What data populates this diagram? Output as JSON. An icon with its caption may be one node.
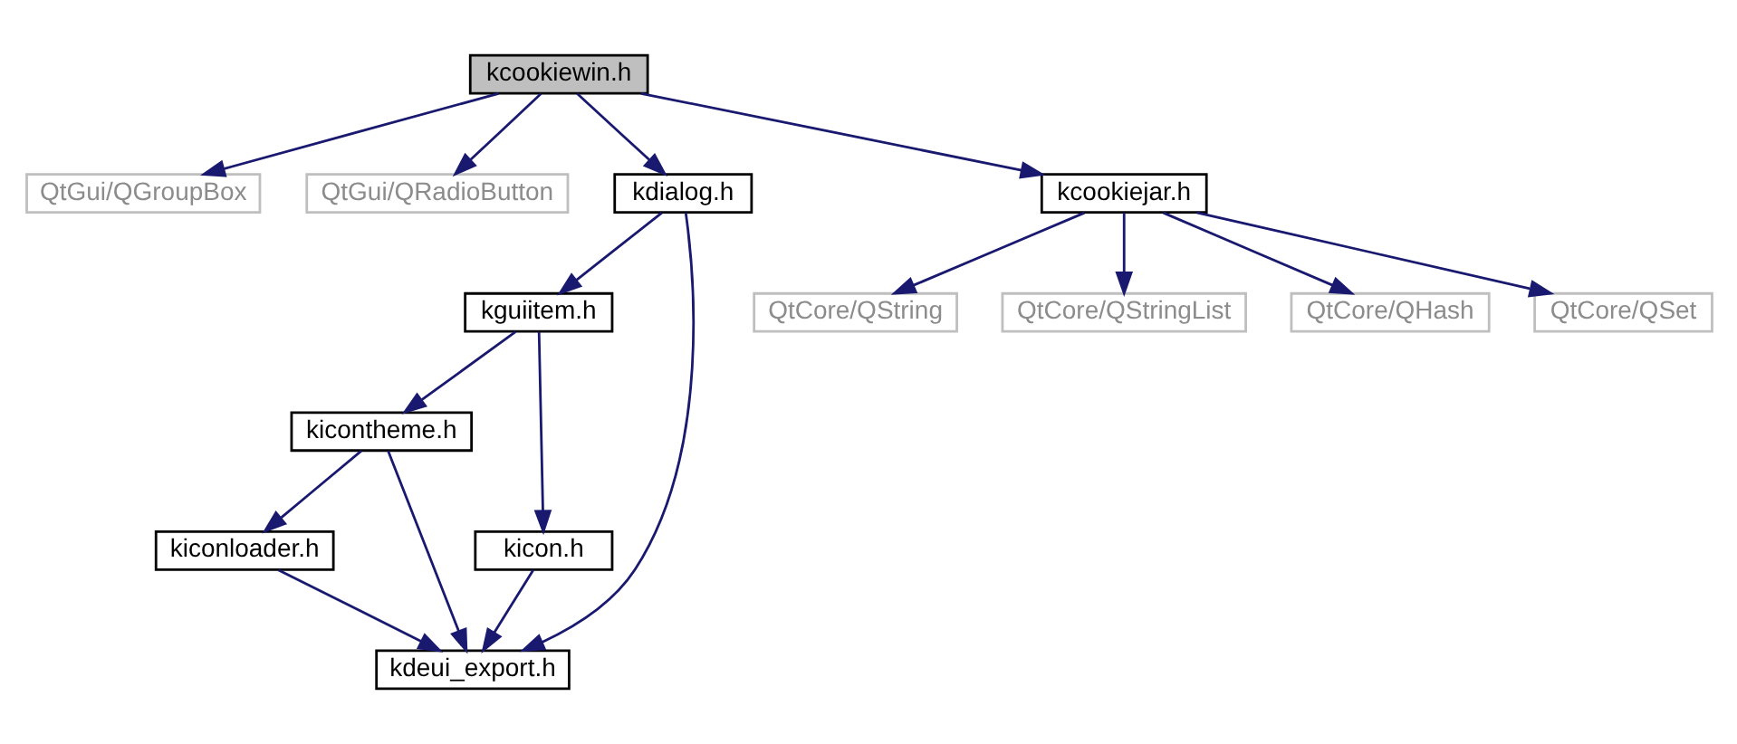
{
  "diagram": {
    "nodes": [
      {
        "text": [
          "kcookiewin.h"
        ]
      },
      {
        "text": [
          "QtGui/QGroupBox"
        ]
      },
      {
        "text": [
          "QtGui/QRadioButton"
        ]
      },
      {
        "text": [
          "kdialog.h"
        ]
      },
      {
        "text": [
          "kcookiejar.h"
        ]
      },
      {
        "text": [
          "kguiitem.h"
        ]
      },
      {
        "text": [
          "QtCore/QString"
        ]
      },
      {
        "text": [
          "QtCore/QStringList"
        ]
      },
      {
        "text": [
          "QtCore/QHash"
        ]
      },
      {
        "text": [
          "QtCore/QSet"
        ]
      },
      {
        "text": [
          "kicontheme.h"
        ]
      },
      {
        "text": [
          "kiconloader.h"
        ]
      },
      {
        "text": [
          "kicon.h"
        ]
      },
      {
        "text": [
          "kdeui_export.h"
        ]
      }
    ],
    "edges": [
      {
        "from": 0,
        "to": 1,
        "arrow": "to"
      },
      {
        "from": 0,
        "to": 2,
        "arrow": "to"
      },
      {
        "from": 0,
        "to": 3,
        "arrow": "to"
      },
      {
        "from": 0,
        "to": 4,
        "arrow": "to"
      },
      {
        "from": 3,
        "to": 5,
        "arrow": "to"
      },
      {
        "from": 3,
        "to": 13,
        "arrow": "to"
      },
      {
        "from": 4,
        "to": 6,
        "arrow": "to"
      },
      {
        "from": 4,
        "to": 7,
        "arrow": "to"
      },
      {
        "from": 4,
        "to": 8,
        "arrow": "to"
      },
      {
        "from": 4,
        "to": 9,
        "arrow": "to"
      },
      {
        "from": 5,
        "to": 10,
        "arrow": "to"
      },
      {
        "from": 5,
        "to": 12,
        "arrow": "to"
      },
      {
        "from": 10,
        "to": 11,
        "arrow": "to"
      },
      {
        "from": 10,
        "to": 13,
        "arrow": "to"
      },
      {
        "from": 11,
        "to": 13,
        "arrow": "to"
      },
      {
        "from": 12,
        "to": 13,
        "arrow": "to"
      }
    ]
  }
}
